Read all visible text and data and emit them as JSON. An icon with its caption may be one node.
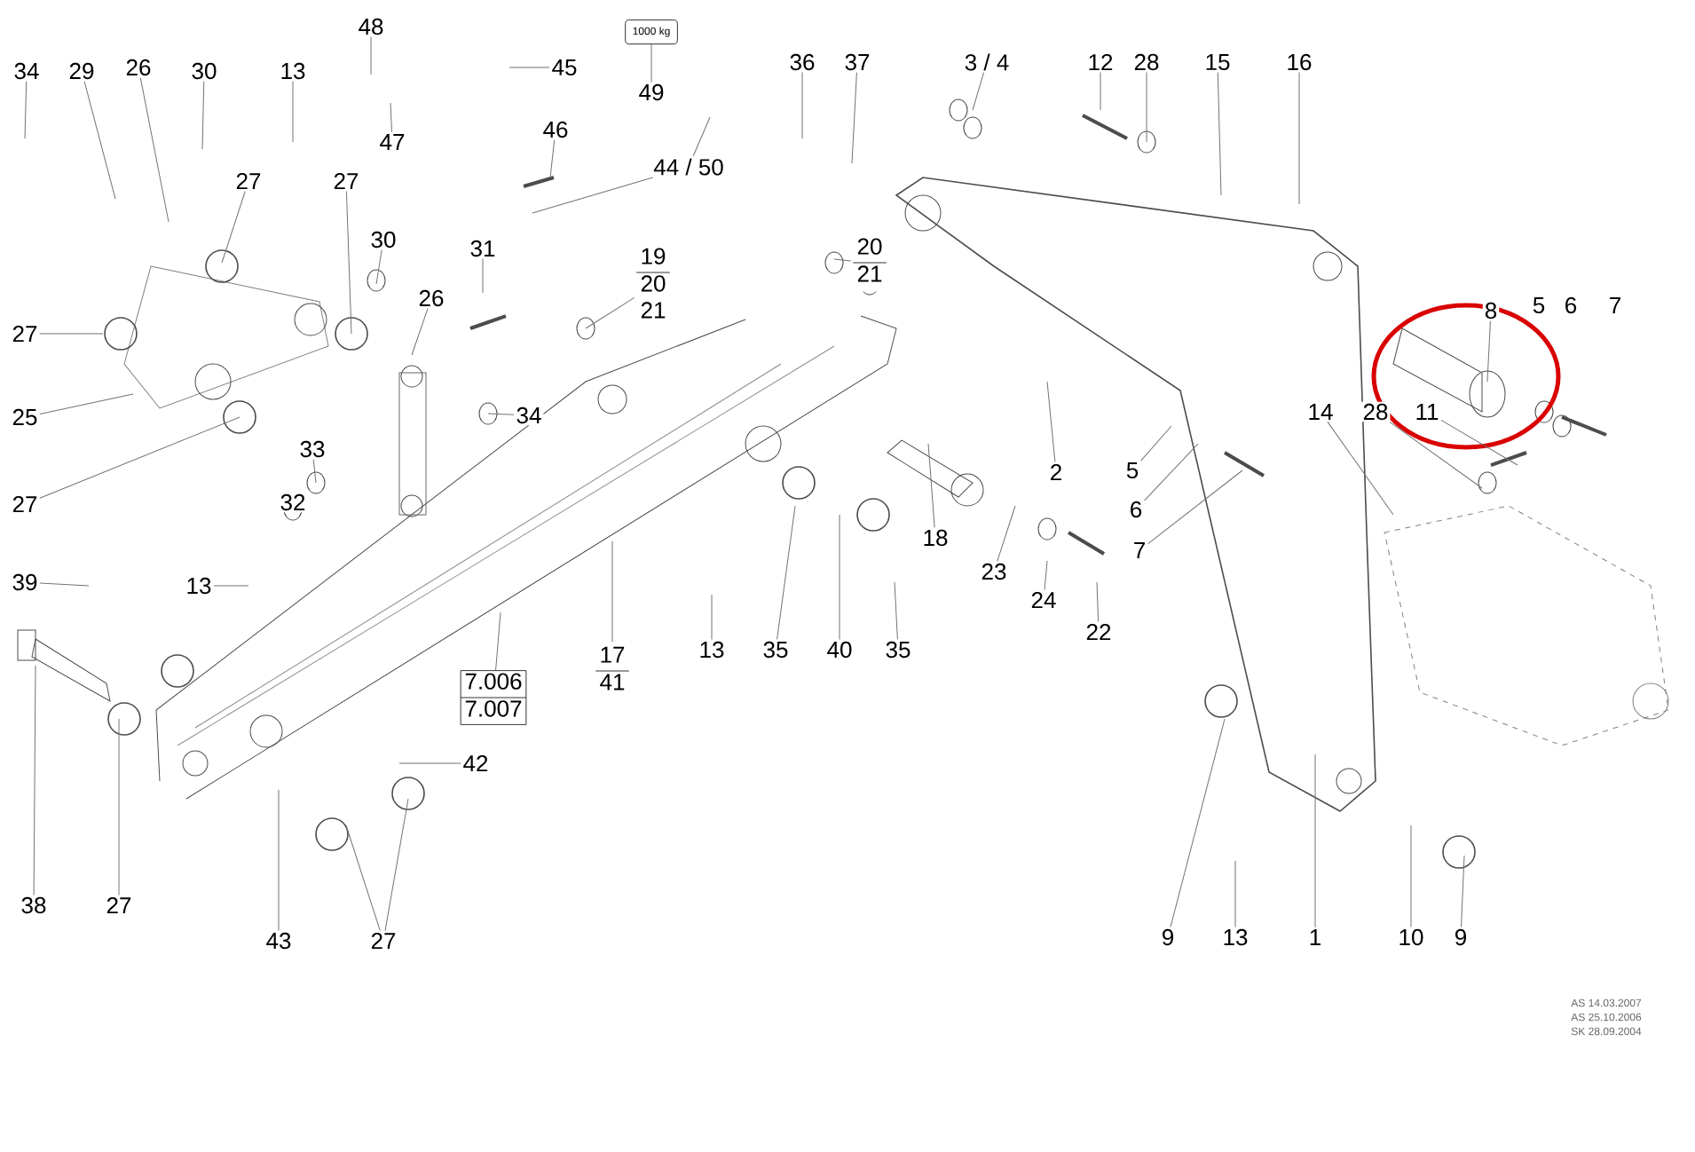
{
  "diagram": {
    "nodes": [
      {
        "text": [
          "34"
        ]
      },
      {
        "text": [
          "29"
        ]
      },
      {
        "text": [
          "26"
        ]
      },
      {
        "text": [
          "30"
        ]
      },
      {
        "text": [
          "13"
        ]
      },
      {
        "text": [
          "48"
        ]
      },
      {
        "text": [
          "45"
        ]
      },
      {
        "text": [
          "47"
        ]
      },
      {
        "text": [
          "46"
        ]
      },
      {
        "text": [
          "1000 kg"
        ]
      },
      {
        "text": [
          "49"
        ]
      },
      {
        "text": [
          "44 / 50"
        ]
      },
      {
        "text": [
          "36"
        ]
      },
      {
        "text": [
          "37"
        ]
      },
      {
        "text": [
          "3 / 4"
        ]
      },
      {
        "text": [
          "12"
        ]
      },
      {
        "text": [
          "28"
        ]
      },
      {
        "text": [
          "15"
        ]
      },
      {
        "text": [
          "16"
        ]
      },
      {
        "text": [
          "27"
        ]
      },
      {
        "text": [
          "27"
        ]
      },
      {
        "text": [
          "30"
        ]
      },
      {
        "text": [
          "31"
        ]
      },
      {
        "text": [
          "19",
          "20",
          "21"
        ]
      },
      {
        "text": [
          "20",
          "21"
        ]
      },
      {
        "text": [
          "26"
        ]
      },
      {
        "text": [
          "27"
        ]
      },
      {
        "text": [
          "25"
        ]
      },
      {
        "text": [
          "34"
        ]
      },
      {
        "text": [
          "33"
        ]
      },
      {
        "text": [
          "32"
        ]
      },
      {
        "text": [
          "27"
        ]
      },
      {
        "text": [
          "8"
        ]
      },
      {
        "text": [
          "14"
        ]
      },
      {
        "text": [
          "28"
        ]
      },
      {
        "text": [
          "11"
        ]
      },
      {
        "text": [
          "39"
        ]
      },
      {
        "text": [
          "13"
        ]
      },
      {
        "text": [
          "18"
        ]
      },
      {
        "text": [
          "2"
        ]
      },
      {
        "text": [
          "5"
        ]
      },
      {
        "text": [
          "6"
        ]
      },
      {
        "text": [
          "7"
        ]
      },
      {
        "text": [
          "23"
        ]
      },
      {
        "text": [
          "24"
        ]
      },
      {
        "text": [
          "22"
        ]
      },
      {
        "text": [
          "13"
        ]
      },
      {
        "text": [
          "35"
        ]
      },
      {
        "text": [
          "40"
        ]
      },
      {
        "text": [
          "35"
        ]
      },
      {
        "text": [
          "17",
          "41"
        ]
      },
      {
        "text": [
          "7.006",
          "7.007"
        ]
      },
      {
        "text": [
          "42"
        ]
      },
      {
        "text": [
          "38"
        ]
      },
      {
        "text": [
          "27"
        ]
      },
      {
        "text": [
          "43"
        ]
      },
      {
        "text": [
          "27"
        ]
      },
      {
        "text": [
          "9"
        ]
      },
      {
        "text": [
          "13"
        ]
      },
      {
        "text": [
          "1"
        ]
      },
      {
        "text": [
          "10"
        ]
      },
      {
        "text": [
          "9"
        ]
      }
    ],
    "edges": [
      {
        "from": 0,
        "to": null,
        "arrow": "none"
      },
      {
        "from": 1,
        "to": null,
        "arrow": "none"
      },
      {
        "from": 2,
        "to": null,
        "arrow": "none"
      },
      {
        "from": 3,
        "to": null,
        "arrow": "none"
      },
      {
        "from": 4,
        "to": null,
        "arrow": "none"
      },
      {
        "from": 5,
        "to": null,
        "arrow": "none"
      },
      {
        "from": 6,
        "to": null,
        "arrow": "none"
      },
      {
        "from": 7,
        "to": null,
        "arrow": "none"
      },
      {
        "from": 8,
        "to": null,
        "arrow": "none"
      },
      {
        "from": 10,
        "to": 9,
        "arrow": "none"
      },
      {
        "from": 11,
        "to": null,
        "arrow": "none"
      },
      {
        "from": 11,
        "to": null,
        "arrow": "none"
      },
      {
        "from": 12,
        "to": null,
        "arrow": "none"
      },
      {
        "from": 13,
        "to": null,
        "arrow": "none"
      },
      {
        "from": 14,
        "to": null,
        "arrow": "none"
      },
      {
        "from": 15,
        "to": null,
        "arrow": "none"
      },
      {
        "from": 16,
        "to": null,
        "arrow": "none"
      },
      {
        "from": 17,
        "to": null,
        "arrow": "none"
      },
      {
        "from": 18,
        "to": null,
        "arrow": "none"
      },
      {
        "from": 19,
        "to": null,
        "arrow": "none"
      },
      {
        "from": 20,
        "to": null,
        "arrow": "none"
      },
      {
        "from": 21,
        "to": null,
        "arrow": "none"
      },
      {
        "from": 22,
        "to": null,
        "arrow": "none"
      },
      {
        "from": 23,
        "to": null,
        "arrow": "none"
      },
      {
        "from": 24,
        "to": null,
        "arrow": "none"
      },
      {
        "from": 25,
        "to": null,
        "arrow": "none"
      },
      {
        "from": 26,
        "to": null,
        "arrow": "none"
      },
      {
        "from": 27,
        "to": null,
        "arrow": "none"
      },
      {
        "from": 28,
        "to": null,
        "arrow": "none"
      },
      {
        "from": 29,
        "to": null,
        "arrow": "none"
      },
      {
        "from": 31,
        "to": null,
        "arrow": "none"
      },
      {
        "from": 32,
        "to": null,
        "arrow": "none"
      },
      {
        "from": 33,
        "to": null,
        "arrow": "none"
      },
      {
        "from": 34,
        "to": null,
        "arrow": "none"
      },
      {
        "from": 35,
        "to": null,
        "arrow": "none"
      },
      {
        "from": 36,
        "to": null,
        "arrow": "none"
      },
      {
        "from": 37,
        "to": null,
        "arrow": "none"
      },
      {
        "from": 38,
        "to": null,
        "arrow": "none"
      },
      {
        "from": 39,
        "to": null,
        "arrow": "none"
      },
      {
        "from": 40,
        "to": null,
        "arrow": "none"
      },
      {
        "from": 41,
        "to": null,
        "arrow": "none"
      },
      {
        "from": 42,
        "to": null,
        "arrow": "none"
      },
      {
        "from": 43,
        "to": null,
        "arrow": "none"
      },
      {
        "from": 44,
        "to": null,
        "arrow": "none"
      },
      {
        "from": 45,
        "to": null,
        "arrow": "none"
      },
      {
        "from": 46,
        "to": null,
        "arrow": "none"
      },
      {
        "from": 47,
        "to": null,
        "arrow": "none"
      },
      {
        "from": 48,
        "to": null,
        "arrow": "none"
      },
      {
        "from": 49,
        "to": null,
        "arrow": "none"
      },
      {
        "from": 50,
        "to": null,
        "arrow": "none"
      },
      {
        "from": 51,
        "to": null,
        "arrow": "none"
      },
      {
        "from": 52,
        "to": null,
        "arrow": "none"
      },
      {
        "from": 53,
        "to": null,
        "arrow": "none"
      },
      {
        "from": 54,
        "to": null,
        "arrow": "none"
      },
      {
        "from": 55,
        "to": null,
        "arrow": "none"
      },
      {
        "from": 56,
        "to": null,
        "arrow": "none"
      },
      {
        "from": 56,
        "to": null,
        "arrow": "none"
      },
      {
        "from": 57,
        "to": null,
        "arrow": "none"
      },
      {
        "from": 58,
        "to": null,
        "arrow": "none"
      },
      {
        "from": 59,
        "to": null,
        "arrow": "none"
      },
      {
        "from": 60,
        "to": null,
        "arrow": "none"
      },
      {
        "from": 61,
        "to": null,
        "arrow": "none"
      }
    ],
    "labels": [
      "5",
      "6",
      "7",
      "AS 14.03.2007",
      "AS 25.10.2006",
      "SK 28.09.2004"
    ]
  }
}
